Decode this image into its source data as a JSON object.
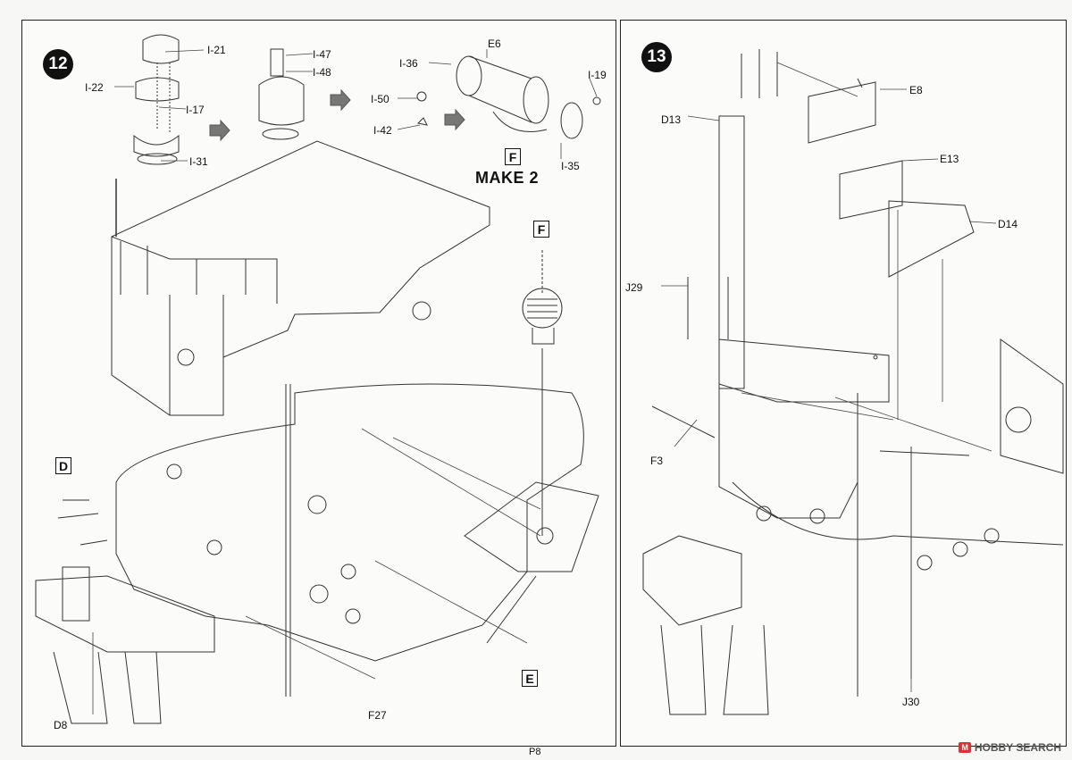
{
  "page": {
    "number": "P8"
  },
  "watermark": {
    "logo": "M",
    "text": "HOBBY SEARCH"
  },
  "step12": {
    "number": "12",
    "make_label": "MAKE 2",
    "subassembly_boxes": {
      "F_top": "F",
      "F_right": "F",
      "D": "D",
      "E": "E"
    },
    "labels": {
      "i21": "I-21",
      "i22": "I-22",
      "i17": "I-17",
      "i31": "I-31",
      "i47": "I-47",
      "i48": "I-48",
      "i36": "I-36",
      "e6": "E6",
      "i19": "I-19",
      "i50": "I-50",
      "i42": "I-42",
      "i35": "I-35",
      "d8": "D8",
      "f27": "F27"
    }
  },
  "step13": {
    "number": "13",
    "labels": {
      "e8": "E8",
      "d13": "D13",
      "e13": "E13",
      "d14": "D14",
      "j29": "J29",
      "f3": "F3",
      "j30": "J30"
    }
  }
}
